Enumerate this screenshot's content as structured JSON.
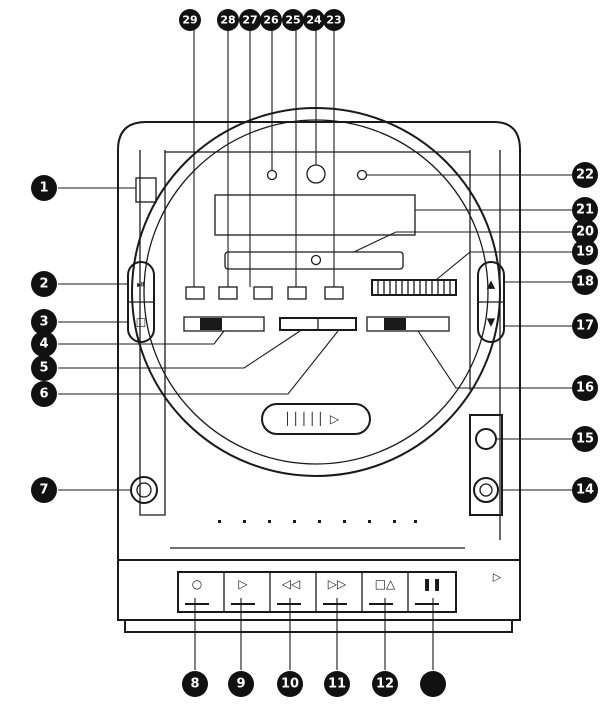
{
  "callouts": {
    "c1": "1",
    "c2": "2",
    "c3": "3",
    "c4": "4",
    "c5": "5",
    "c6": "6",
    "c7": "7",
    "c8": "8",
    "c9": "9",
    "c10": "10",
    "c11": "11",
    "c12": "12",
    "c14": "14",
    "c15": "15",
    "c16": "16",
    "c17": "17",
    "c18": "18",
    "c19": "19",
    "c20": "20",
    "c21": "21",
    "c22": "22",
    "c23": "23",
    "c24": "24",
    "c25": "25",
    "c26": "26",
    "c27": "27",
    "c28": "28",
    "c29": "29"
  },
  "colors": {
    "line": "#1a1a1a",
    "callout": "#111111",
    "background": "#ffffff"
  }
}
